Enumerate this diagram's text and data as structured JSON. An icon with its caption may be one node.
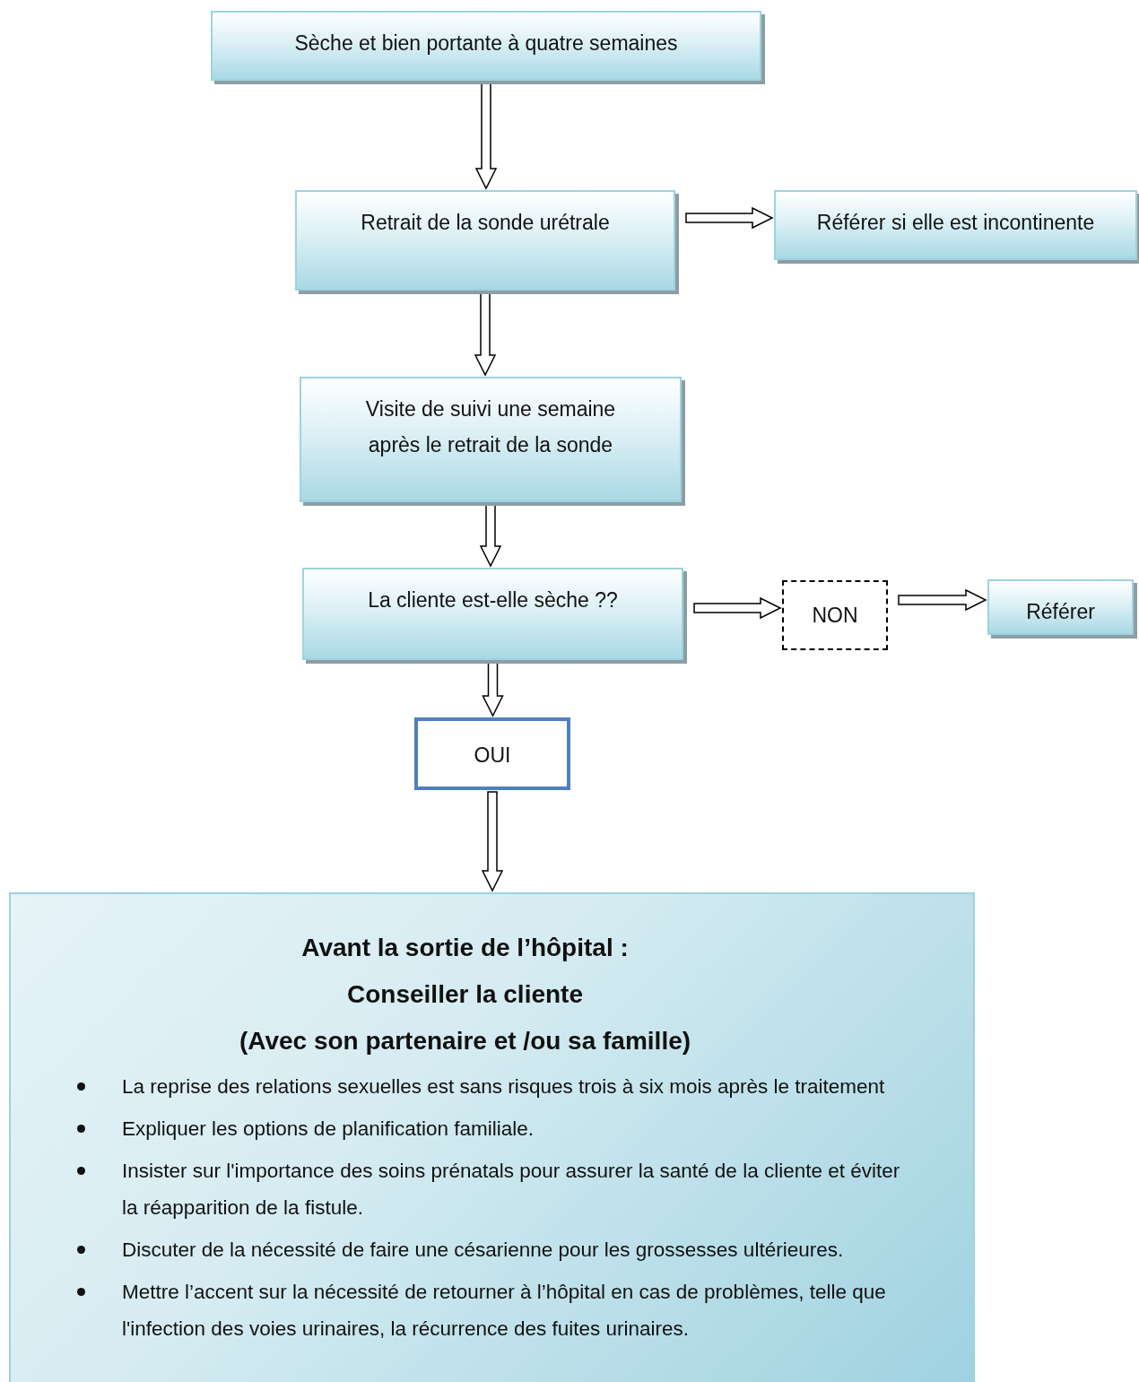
{
  "diagram": {
    "nodes": [
      {
        "text": [
          "Sèche et bien portante à quatre semaines"
        ]
      },
      {
        "text": [
          "Retrait de la sonde  urétrale"
        ]
      },
      {
        "text": [
          "Référer si elle est incontinente"
        ]
      },
      {
        "text": [
          "Visite de suivi une semaine après le retrait de la sonde"
        ]
      },
      {
        "text": [
          "La cliente est-elle sèche ??"
        ]
      },
      {
        "text": [
          "NON"
        ]
      },
      {
        "text": [
          "Référer"
        ]
      },
      {
        "text": [
          "OUI"
        ]
      },
      {
        "text": [
          "Avant la sortie de l’hôpital :",
          "Conseiller la cliente",
          "(Avec son partenaire et /ou sa famille)",
          "La reprise des relations sexuelles est sans risques trois à six mois après le traitement",
          "Expliquer les options de planification familiale.",
          "Insister sur l'importance des soins prénatals pour assurer la santé de la cliente et éviter la réapparition de la fistule.",
          "Discuter de la nécessité de faire une césarienne pour les grossesses ultérieures.",
          "Mettre l’accent sur la nécessité de retourner à l’hôpital en cas de problèmes, telle que l'infection des voies urinaires, la récurrence des fuites urinaires."
        ]
      }
    ],
    "edges": [
      {
        "from": 0,
        "to": 1,
        "arrow": "to"
      },
      {
        "from": 1,
        "to": 2,
        "arrow": "to"
      },
      {
        "from": 1,
        "to": 3,
        "arrow": "to"
      },
      {
        "from": 3,
        "to": 4,
        "arrow": "to"
      },
      {
        "from": 4,
        "to": 5,
        "arrow": "to"
      },
      {
        "from": 5,
        "to": 6,
        "arrow": "to"
      },
      {
        "from": 4,
        "to": 7,
        "arrow": "to"
      },
      {
        "from": 7,
        "to": 8,
        "arrow": "to"
      }
    ]
  }
}
